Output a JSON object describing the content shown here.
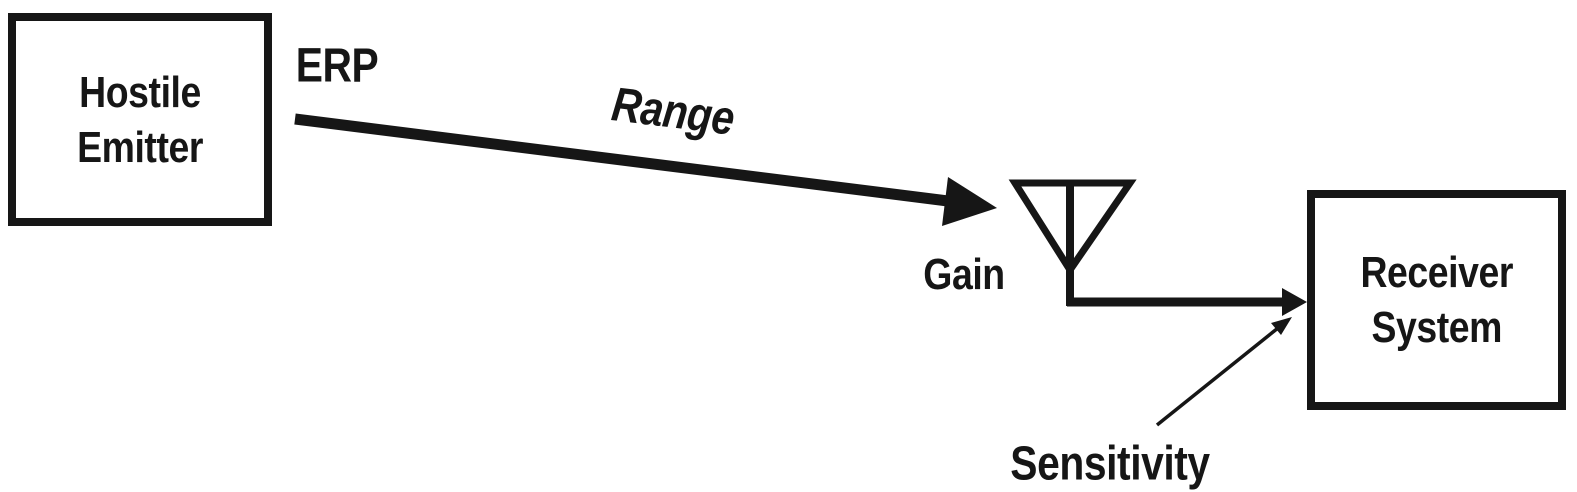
{
  "canvas": {
    "background": "#ffffff",
    "ink": "#161616"
  },
  "nodes": {
    "hostile_emitter": {
      "lines": [
        "Hostile",
        "Emitter"
      ]
    },
    "receiver_system": {
      "lines": [
        "Receiver",
        "System"
      ]
    }
  },
  "labels": {
    "erp": "ERP",
    "range": "Range",
    "gain": "Gain",
    "sensitivity": "Sensitivity"
  },
  "icons": {
    "antenna": "antenna-icon"
  }
}
